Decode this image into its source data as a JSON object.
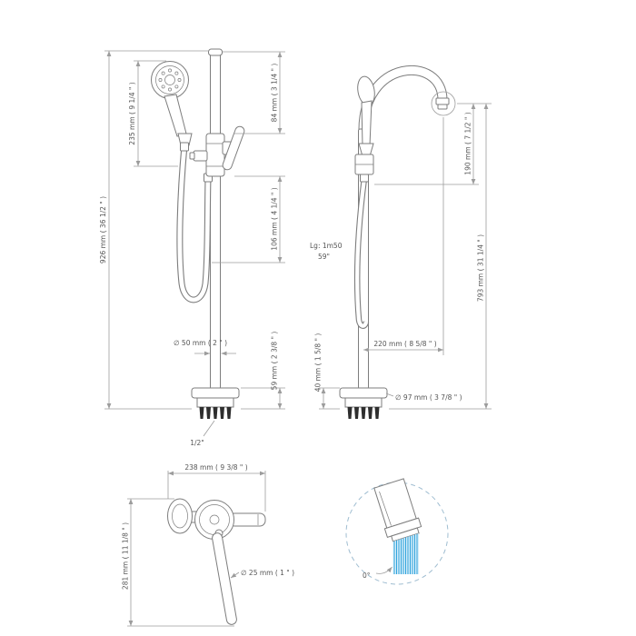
{
  "views": {
    "front": {
      "overall_height": "926 mm ( 36 1/2 \" )",
      "handshower_height": "235 mm ( 9 1/4 \" )",
      "top_to_handle": "84 mm ( 3 1/4 \" )",
      "handle_to_hose": "106 mm ( 4 1/4 \" )",
      "column_diameter": "∅ 50 mm ( 2 \" )",
      "base_height": "59 mm ( 2 3/8 \" )",
      "inlet_connection": "1/2\""
    },
    "side": {
      "spout_drop": "190 mm ( 7 1/2 \" )",
      "spout_height": "793 mm ( 31 1/4 \" )",
      "hose_length_metric": "Lg: 1m50",
      "hose_length_imperial": "59\"",
      "spout_reach": "220 mm ( 8 5/8 \" )",
      "base_height": "40 mm ( 1 5/8 \" )",
      "base_diameter": "∅ 97 mm ( 3 7/8 \" )"
    },
    "top": {
      "overall_width": "238 mm ( 9 3/8 \" )",
      "overall_depth": "281 mm ( 11 1/8 \" )",
      "handle_diameter": "∅ 25 mm ( 1 \" )"
    },
    "detail": {
      "stream_angle": "0°"
    }
  },
  "colors": {
    "part_outline": "#7d7d7d",
    "dimension_line": "#9c9c9c",
    "dimension_text": "#555555",
    "hardware_dark": "#2e2e2e",
    "water_accent": "#2fa3dc",
    "water_fill": "#d6edf9",
    "detail_circle": "#9fbdd1"
  }
}
